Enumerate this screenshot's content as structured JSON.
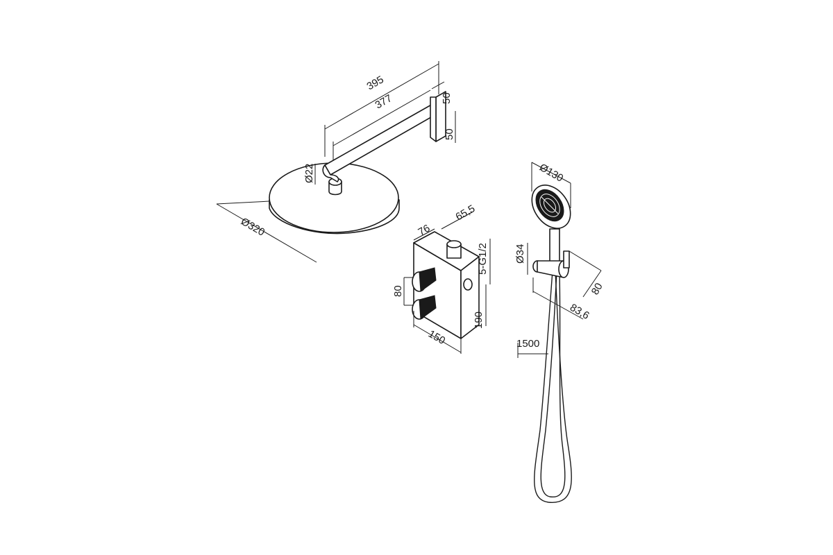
{
  "diagram": {
    "head_shower": {
      "arm_total": "395",
      "arm_length": "377",
      "flange_depth": "50",
      "flange_height": "50",
      "connector_diameter": "Ø22",
      "head_diameter": "Ø320"
    },
    "mixer": {
      "depth_76": "76",
      "depth_65_5": "65,5",
      "outlets": "5-G1/2",
      "knob_spacing": "80",
      "height": "190",
      "width": "150"
    },
    "hand_shower": {
      "head_diameter": "Ø130",
      "holder_diameter": "Ø34",
      "holder_depth": "80",
      "holder_length": "83,6",
      "hose_length": "1500"
    }
  }
}
